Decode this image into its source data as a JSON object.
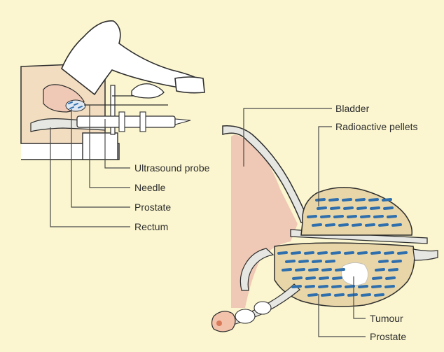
{
  "labels": {
    "ultrasound_probe": "Ultrasound probe",
    "needle": "Needle",
    "prostate_left": "Prostate",
    "rectum": "Rectum",
    "bladder": "Bladder",
    "radioactive_pellets": "Radioactive pellets",
    "tumour": "Tumour",
    "prostate_right": "Prostate"
  },
  "colors": {
    "background": "#fbf6cf",
    "tissue": "#f2ddc0",
    "tissue_pink": "#efc9b5",
    "organ_wall": "#e6e6e2",
    "pellet": "#2f6fad",
    "prostate_fill": "#e8d6a8"
  }
}
